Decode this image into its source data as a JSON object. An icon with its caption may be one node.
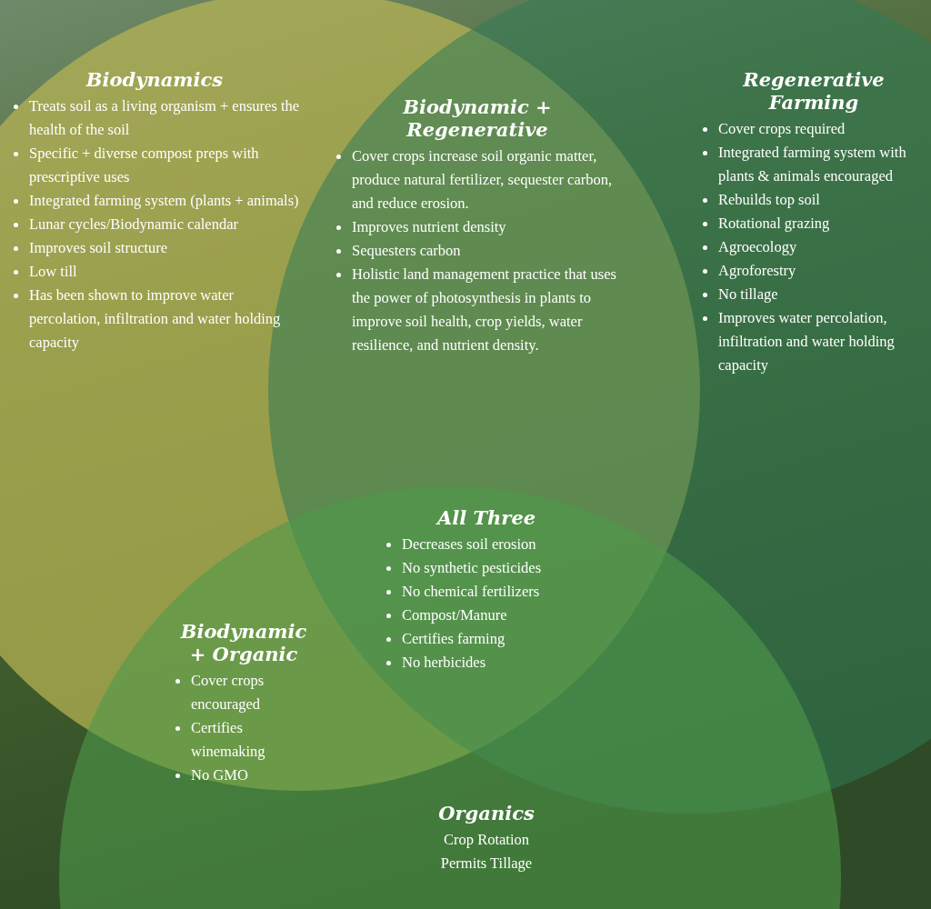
{
  "diagram": {
    "nodes": [
      {
        "text": [
          "Biodynamics",
          "Treats soil as a living organism + ensures the health of the soil",
          "Specific + diverse compost preps with prescriptive uses",
          "Integrated farming system (plants + animals)",
          "Lunar cycles/Biodynamic calendar",
          "Improves soil structure",
          "Low till",
          "Has been shown to improve water percolation, infiltration and water holding capacity"
        ]
      },
      {
        "text": [
          "Biodynamic + Regenerative",
          "Cover crops increase soil organic matter, produce natural fertilizer, sequester carbon, and reduce erosion.",
          "Improves nutrient density",
          "Sequesters carbon",
          "Holistic land management practice that uses the power of photosynthesis in plants to improve soil health, crop yields, water resilience, and nutrient density."
        ]
      },
      {
        "text": [
          "Regenerative Farming",
          "Cover crops required",
          "Integrated farming system with plants & animals encouraged",
          "Rebuilds top soil",
          "Rotational grazing",
          "Agroecology",
          "Agroforestry",
          "No tillage",
          "Improves water percolation, infiltration and water holding capacity"
        ]
      },
      {
        "text": [
          "All Three",
          "Decreases soil erosion",
          "No synthetic pesticides",
          "No chemical fertilizers",
          "Compost/Manure",
          "Certifies farming",
          "No herbicides"
        ]
      },
      {
        "text": [
          "Biodynamic + Organic",
          "Cover crops encouraged",
          "Certifies winemaking",
          "No GMO"
        ]
      },
      {
        "text": [
          "Organics",
          "Crop Rotation",
          "Permits Tillage"
        ]
      }
    ],
    "edges": []
  }
}
